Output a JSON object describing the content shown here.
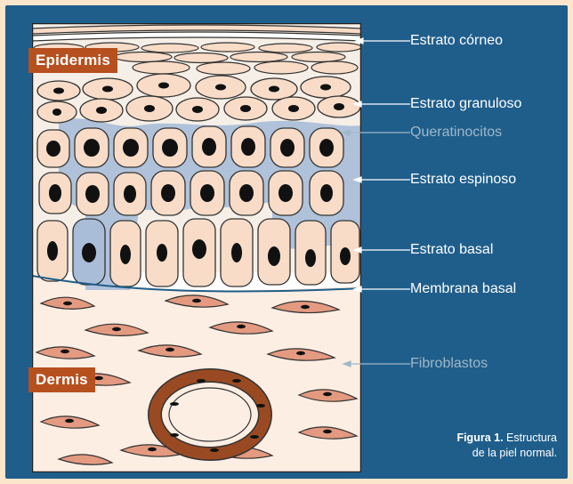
{
  "tags": {
    "epidermis": "Epidermis",
    "dermis": "Dermis"
  },
  "labels": [
    {
      "id": "estrato-corneo",
      "text": "Estrato córneo",
      "muted": false
    },
    {
      "id": "estrato-granuloso",
      "text": "Estrato granuloso",
      "muted": false
    },
    {
      "id": "queratinocitos",
      "text": "Queratinocitos",
      "muted": true
    },
    {
      "id": "estrato-espinoso",
      "text": "Estrato espinoso",
      "muted": false
    },
    {
      "id": "estrato-basal",
      "text": "Estrato basal",
      "muted": false
    },
    {
      "id": "membrana-basal",
      "text": "Membrana basal",
      "muted": false
    },
    {
      "id": "fibroblastos",
      "text": "Fibroblastos",
      "muted": true
    }
  ],
  "caption": {
    "figure": "Figura 1.",
    "line1": "Estructura",
    "line2": "de la piel normal."
  },
  "colors": {
    "background": "#fbe6cc",
    "panel": "#1f5e8b",
    "tag": "#b6501f",
    "cell_fill": "#f8dcc7",
    "nucleus": "#111111",
    "dermis_cell": "#e39a80",
    "vessel": "#9a4a22",
    "interstitial": "#a9bdd8"
  }
}
